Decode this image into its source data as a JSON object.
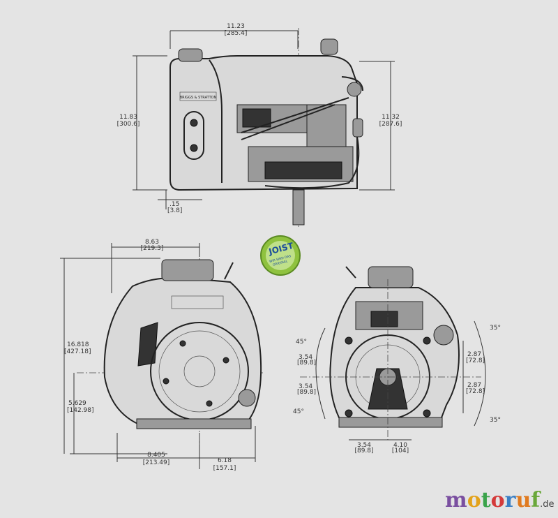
{
  "top_view": {
    "width_in": "11.23",
    "width_mm": "[285.4]",
    "height_in": "11.83",
    "height_mm": "[300.6]",
    "right_in": "11.32",
    "right_mm": "[287.6]",
    "offset_in": ".15",
    "offset_mm": "[3.8]",
    "brand_label": "BRIGGS & STRATTON"
  },
  "left_view": {
    "top_in": "8.63",
    "top_mm": "[219.3]",
    "height_in": "16.818",
    "height_mm": "[427.18]",
    "low_in": "5.629",
    "low_mm": "[142.98]",
    "bottom_in": "8.405",
    "bottom_mm": "[213.49]",
    "bottom_right_in": "6.18",
    "bottom_right_mm": "[157.1]"
  },
  "right_view": {
    "angle_upper_left": "45°",
    "angle_lower_left": "45°",
    "angle_upper_right": "35°",
    "angle_lower_right": "35°",
    "bolt_a_in": "3.54",
    "bolt_a_mm": "[89.8]",
    "bolt_b_in": "3.54",
    "bolt_b_mm": "[89.8]",
    "right_a_in": "2.87",
    "right_a_mm": "[72.8]",
    "right_b_in": "2.87",
    "right_b_mm": "[72.8]",
    "base_a_in": "3.54",
    "base_a_mm": "[89.8]",
    "base_b_in": "4.10",
    "base_b_mm": "[104]"
  },
  "badge": {
    "name": "JOIST",
    "line1": "WIR SIND DAS",
    "line2": "ORIGINAL"
  },
  "watermark": {
    "letters": [
      "m",
      "o",
      "t",
      "o",
      "r",
      "u",
      "f"
    ],
    "colors": [
      "#7a4fa0",
      "#e3a21a",
      "#3aa34a",
      "#d43b3b",
      "#3a7fc4",
      "#e07a1f",
      "#6aa83a"
    ],
    "suffix": ".de"
  }
}
